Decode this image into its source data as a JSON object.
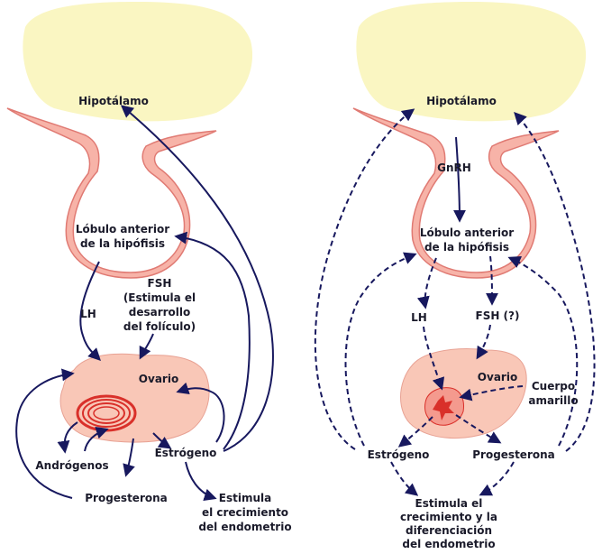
{
  "left_panel": {
    "hypothalamus": "Hipotálamo",
    "pituitary_line1": "Lóbulo anterior",
    "pituitary_line2": "de la hipófisis",
    "lh": "LH",
    "fsh_line1": "FSH",
    "fsh_line2": "(Estimula el",
    "fsh_line3": "desarrollo",
    "fsh_line4": "del folículo)",
    "ovary": "Ovario",
    "androgens": "Andrógenos",
    "estrogen": "Estrógeno",
    "progesterone": "Progesterona",
    "endometrium_line1": "Estimula",
    "endometrium_line2": "el crecimiento",
    "endometrium_line3": "del endometrio"
  },
  "right_panel": {
    "hypothalamus": "Hipotálamo",
    "gnrh": "GnRH",
    "pituitary_line1": "Lóbulo anterior",
    "pituitary_line2": "de la hipófisis",
    "lh": "LH",
    "fsh": "FSH (?)",
    "ovary": "Ovario",
    "corpus_line1": "Cuerpo",
    "corpus_line2": "amarillo",
    "estrogen": "Estrógeno",
    "progesterone": "Progesterona",
    "endometrium_line1": "Estimula el",
    "endometrium_line2": "crecimiento y la",
    "endometrium_line3": "diferenciación",
    "endometrium_line4": "del endometrio"
  },
  "colors": {
    "hypothalamus_fill": "#faf6c2",
    "pituitary_fill": "#f7b3a8",
    "pituitary_stroke": "#e07a73",
    "ovary_fill": "#f9c7b7",
    "follicle_ring": "#d9302a",
    "arrow": "#17185e",
    "text": "#1a1a2a"
  }
}
